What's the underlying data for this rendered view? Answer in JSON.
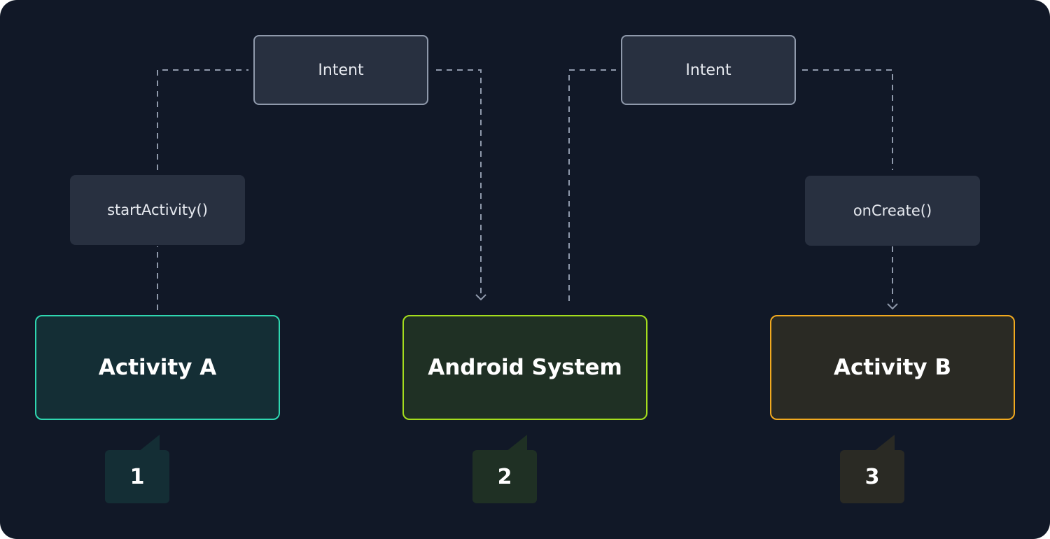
{
  "diagram": {
    "intent_left": "Intent",
    "intent_right": "Intent",
    "method_left": "startActivity()",
    "method_right": "onCreate()",
    "nodes": [
      {
        "label": "Activity A",
        "step": "1"
      },
      {
        "label": "Android System",
        "step": "2"
      },
      {
        "label": "Activity B",
        "step": "3"
      }
    ]
  },
  "colors": {
    "background": "#111827",
    "panel": "#283040",
    "connector": "#8f99ab",
    "activity_a_border": "#2fd6b0",
    "activity_a_fill": "#142e35",
    "android_border": "#a4dd1d",
    "android_fill": "#1f3024",
    "activity_b_border": "#f1a91f",
    "activity_b_fill": "#2a2a24"
  }
}
